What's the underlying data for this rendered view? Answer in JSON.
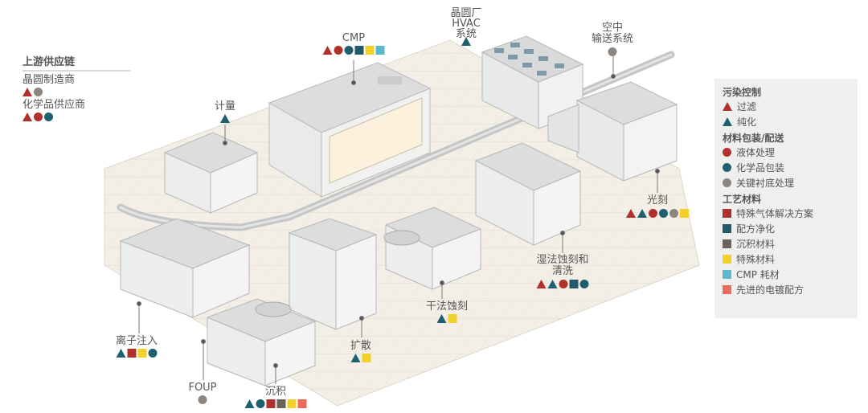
{
  "colors": {
    "red": "#b0312c",
    "teal": "#1f6070",
    "gray": "#8c8580",
    "darkred": "#b0312c",
    "darkteal": "#24596a",
    "brown": "#6d625a",
    "yellow": "#f4d02a",
    "lightblue": "#5bb8cf",
    "salmon": "#ea6b5b"
  },
  "upstream": {
    "title": "上游供应链",
    "items": [
      {
        "label": "晶圆制造商",
        "icons": [
          "tri-red",
          "cir-gray"
        ]
      },
      {
        "label": "化学品供应商",
        "icons": [
          "tri-red",
          "cir-red",
          "cir-teal"
        ]
      }
    ]
  },
  "legend": {
    "sections": [
      {
        "title": "污染控制",
        "items": [
          {
            "icon": "tri-red",
            "label": "过滤"
          },
          {
            "icon": "tri-teal",
            "label": "纯化"
          }
        ]
      },
      {
        "title": "材料包装/配送",
        "items": [
          {
            "icon": "cir-red",
            "label": "液体处理"
          },
          {
            "icon": "cir-teal",
            "label": "化学品包装"
          },
          {
            "icon": "cir-gray",
            "label": "关键衬底处理"
          }
        ]
      },
      {
        "title": "工艺材料",
        "items": [
          {
            "icon": "sq-darkred",
            "label": "特殊气体解决方案"
          },
          {
            "icon": "sq-darkteal",
            "label": "配方净化"
          },
          {
            "icon": "sq-brown",
            "label": "沉积材料"
          },
          {
            "icon": "sq-yellow",
            "label": "特殊材料"
          },
          {
            "icon": "sq-lightblue",
            "label": "CMP 耗材"
          },
          {
            "icon": "sq-salmon",
            "label": "先进的电镀配方"
          }
        ]
      }
    ]
  },
  "stations": [
    {
      "key": "cmp",
      "name": "CMP",
      "icons": [
        "tri-red",
        "cir-red",
        "cir-teal",
        "sq-darkteal",
        "sq-yellow",
        "sq-lightblue"
      ]
    },
    {
      "key": "hvac",
      "name": "晶圆厂\nHVAC\n系统",
      "icons": [
        "tri-teal"
      ]
    },
    {
      "key": "amhs",
      "name": "空中\n输送系统",
      "icons": [
        "cir-gray"
      ]
    },
    {
      "key": "metrology",
      "name": "计量",
      "icons": [
        "tri-teal"
      ]
    },
    {
      "key": "litho",
      "name": "光刻",
      "icons": [
        "tri-red",
        "tri-teal",
        "cir-red",
        "cir-teal",
        "cir-gray",
        "sq-yellow"
      ]
    },
    {
      "key": "wetetch",
      "name": "湿法蚀刻和\n清洗",
      "icons": [
        "tri-red",
        "tri-teal",
        "cir-red",
        "sq-darkteal",
        "cir-teal"
      ]
    },
    {
      "key": "dryetch",
      "name": "干法蚀刻",
      "icons": [
        "tri-teal",
        "sq-yellow"
      ]
    },
    {
      "key": "implant",
      "name": "离子注入",
      "icons": [
        "tri-teal",
        "sq-darkred",
        "sq-yellow",
        "cir-teal"
      ]
    },
    {
      "key": "diffusion",
      "name": "扩散",
      "icons": [
        "tri-teal",
        "sq-yellow"
      ]
    },
    {
      "key": "foup",
      "name": "FOUP",
      "icons": [
        "cir-gray"
      ]
    },
    {
      "key": "deposition",
      "name": "沉积",
      "icons": [
        "tri-teal",
        "cir-teal",
        "sq-darkred",
        "sq-brown",
        "sq-yellow",
        "sq-salmon"
      ]
    }
  ]
}
